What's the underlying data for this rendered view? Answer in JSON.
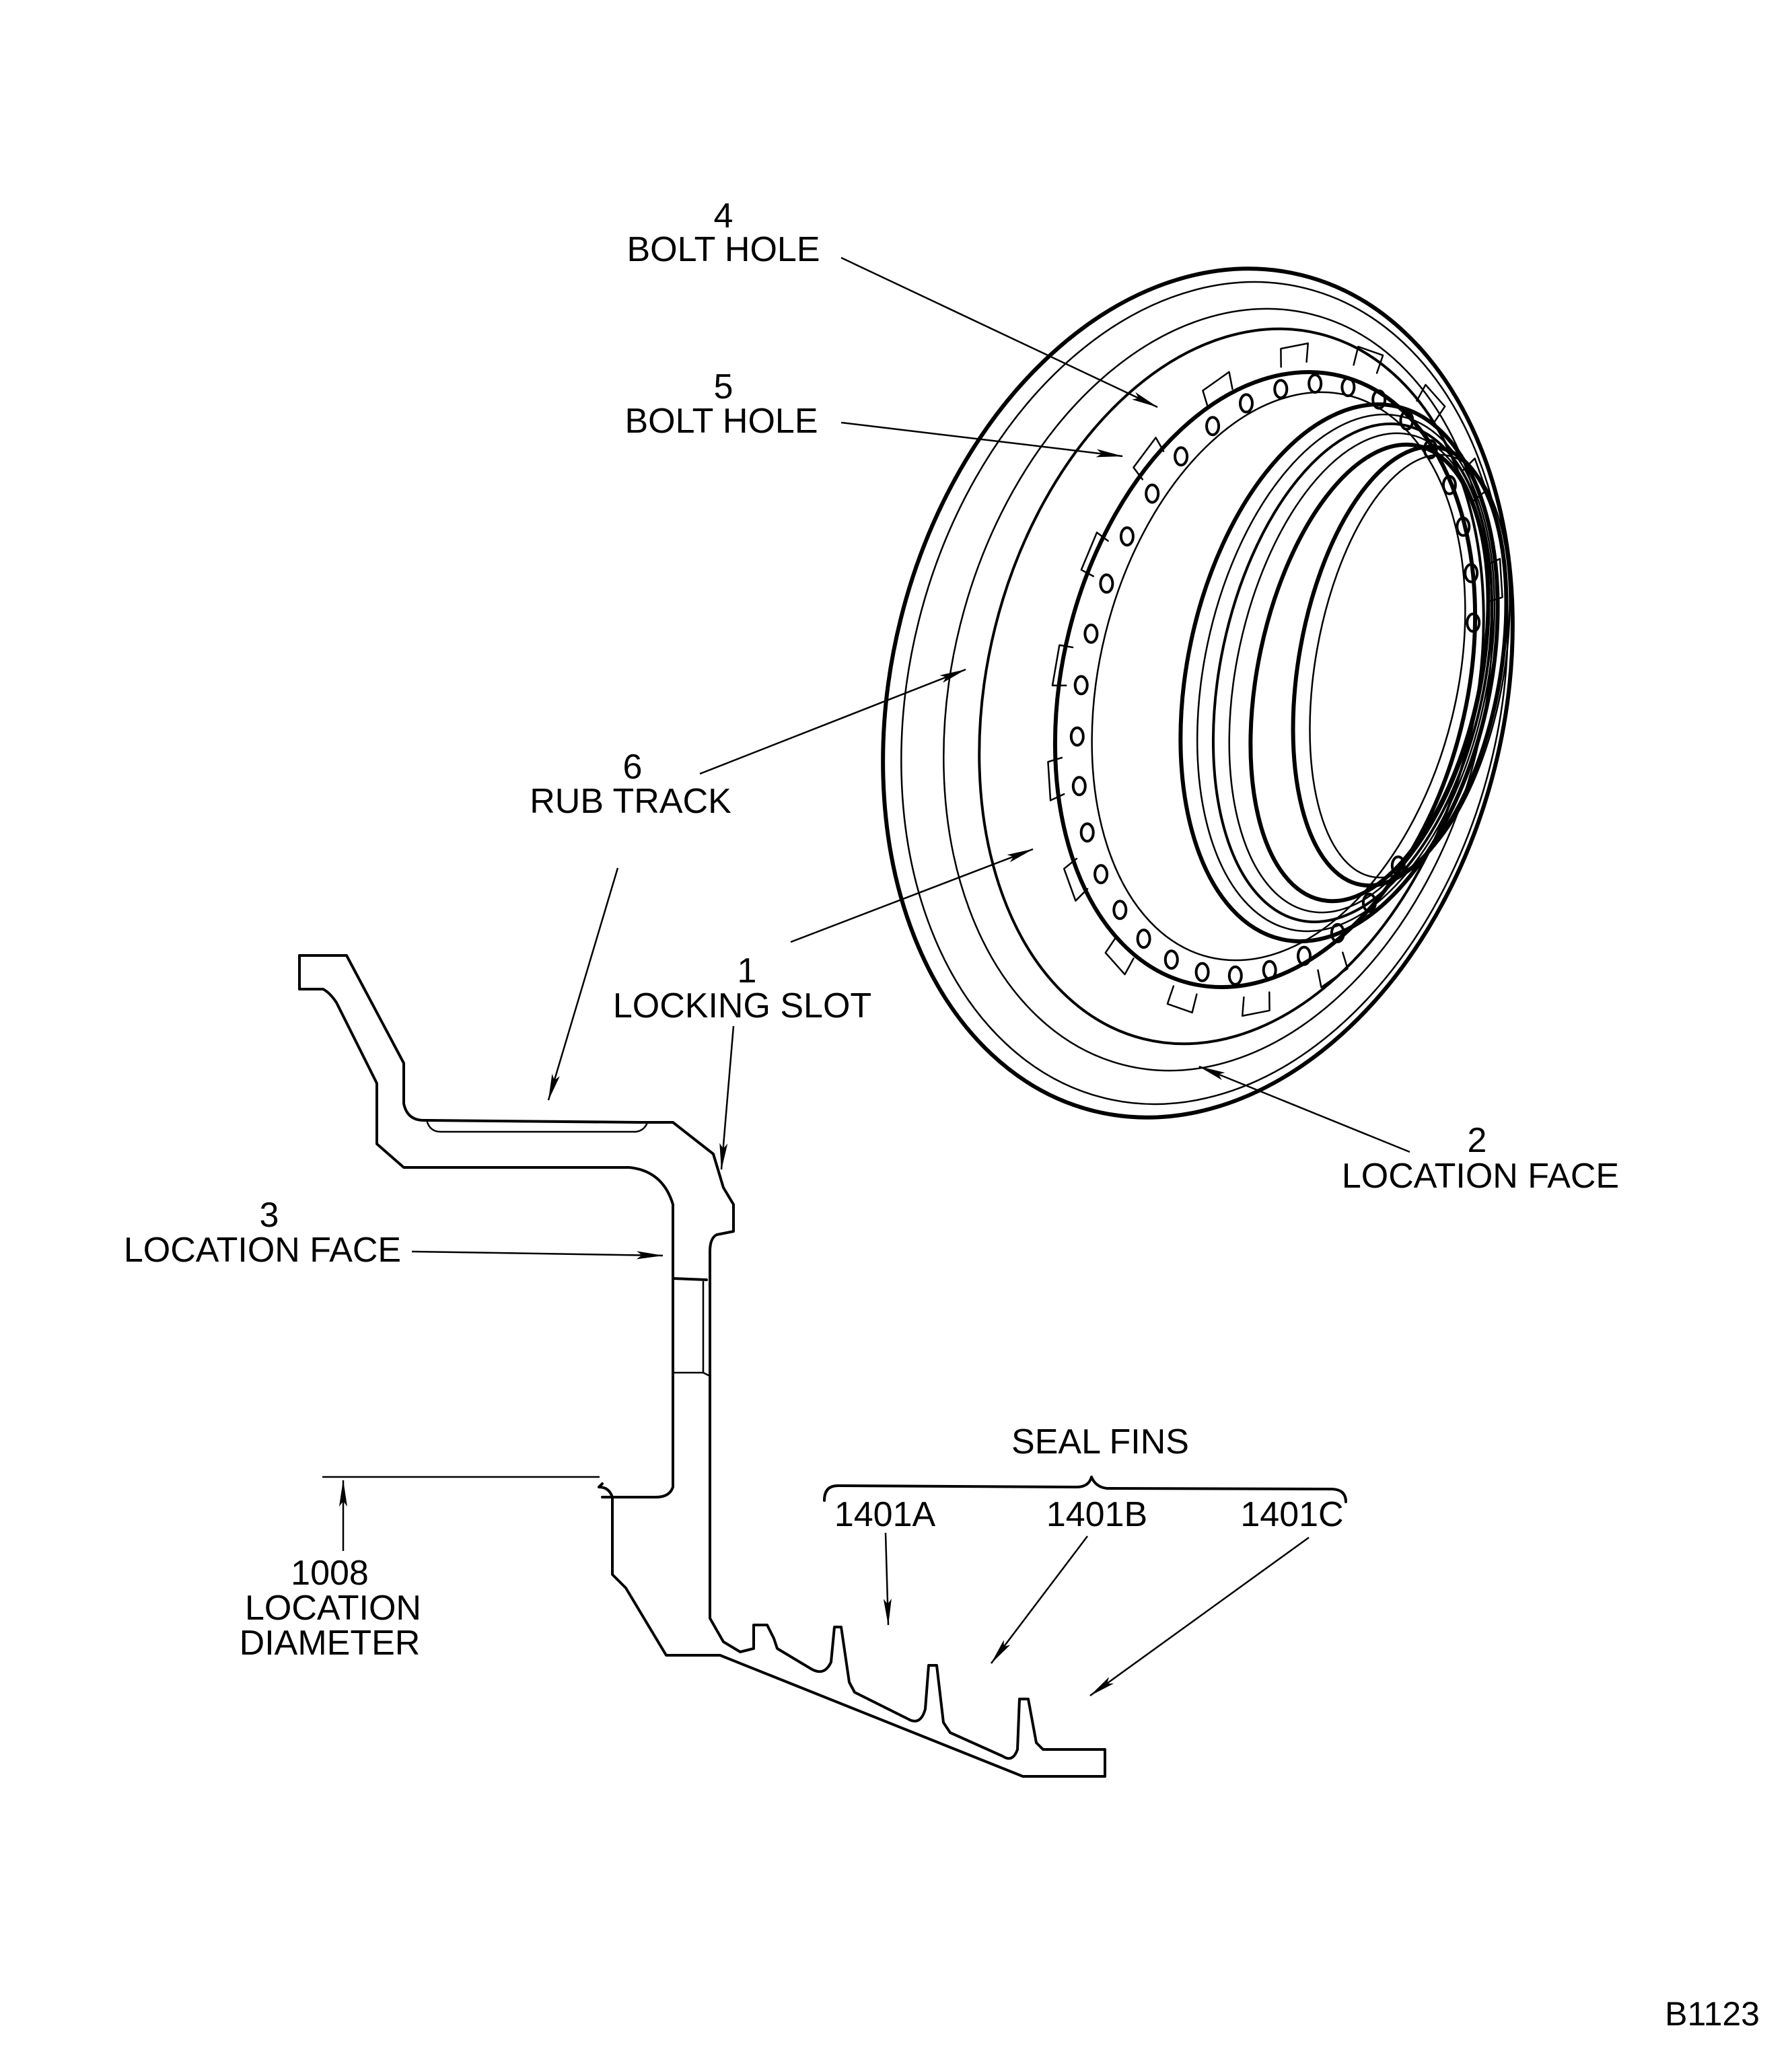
{
  "figure": {
    "id": "B1123",
    "subject": "Seal ring with cross-section",
    "colors": {
      "line": "#000000",
      "background": "#ffffff"
    }
  },
  "callouts": [
    {
      "number": "4",
      "label": "BOLT HOLE"
    },
    {
      "number": "5",
      "label": "BOLT HOLE"
    },
    {
      "number": "6",
      "label": "RUB TRACK"
    },
    {
      "number": "1",
      "label": "LOCKING SLOT"
    },
    {
      "number": "2",
      "label": "LOCATION FACE"
    },
    {
      "number": "3",
      "label": "LOCATION FACE"
    },
    {
      "number": "1008",
      "label_line1": "LOCATION",
      "label_line2": "DIAMETER"
    }
  ],
  "seal_fins": {
    "title": "SEAL FINS",
    "items": [
      "1401A",
      "1401B",
      "1401C"
    ]
  }
}
